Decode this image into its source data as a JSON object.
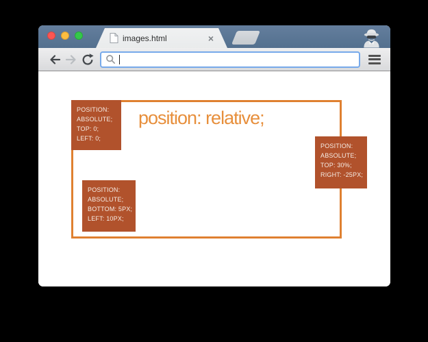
{
  "browser": {
    "window_controls": {
      "close_color": "#fc5652",
      "minimize_color": "#fdbe40",
      "zoom_color": "#34c84a"
    },
    "tab": {
      "label": "images.html",
      "close_icon": "×",
      "favicon": "document-icon"
    },
    "incognito_icon": "incognito-spy",
    "toolbar": {
      "back_icon": "back-arrow",
      "forward_icon": "forward-arrow",
      "reload_icon": "reload-arrow",
      "search_icon": "magnifier",
      "address_value": "",
      "menu_icon": "hamburger-menu"
    }
  },
  "page": {
    "heading": "position: relative;",
    "boxes": [
      {
        "lines": [
          "POSITION:",
          "ABSOLUTE;",
          "TOP: 0;",
          "LEFT: 0;"
        ]
      },
      {
        "lines": [
          "POSITION:",
          "ABSOLUTE;",
          "BOTTOM: 5PX;",
          "LEFT: 10PX;"
        ]
      },
      {
        "lines": [
          "POSITION:",
          "ABSOLUTE;",
          "TOP: 30%;",
          "RIGHT: -25PX;"
        ]
      }
    ],
    "colors": {
      "box_background": "#b1522c",
      "container_border": "#df8030",
      "heading_text": "#e78f3c"
    }
  }
}
